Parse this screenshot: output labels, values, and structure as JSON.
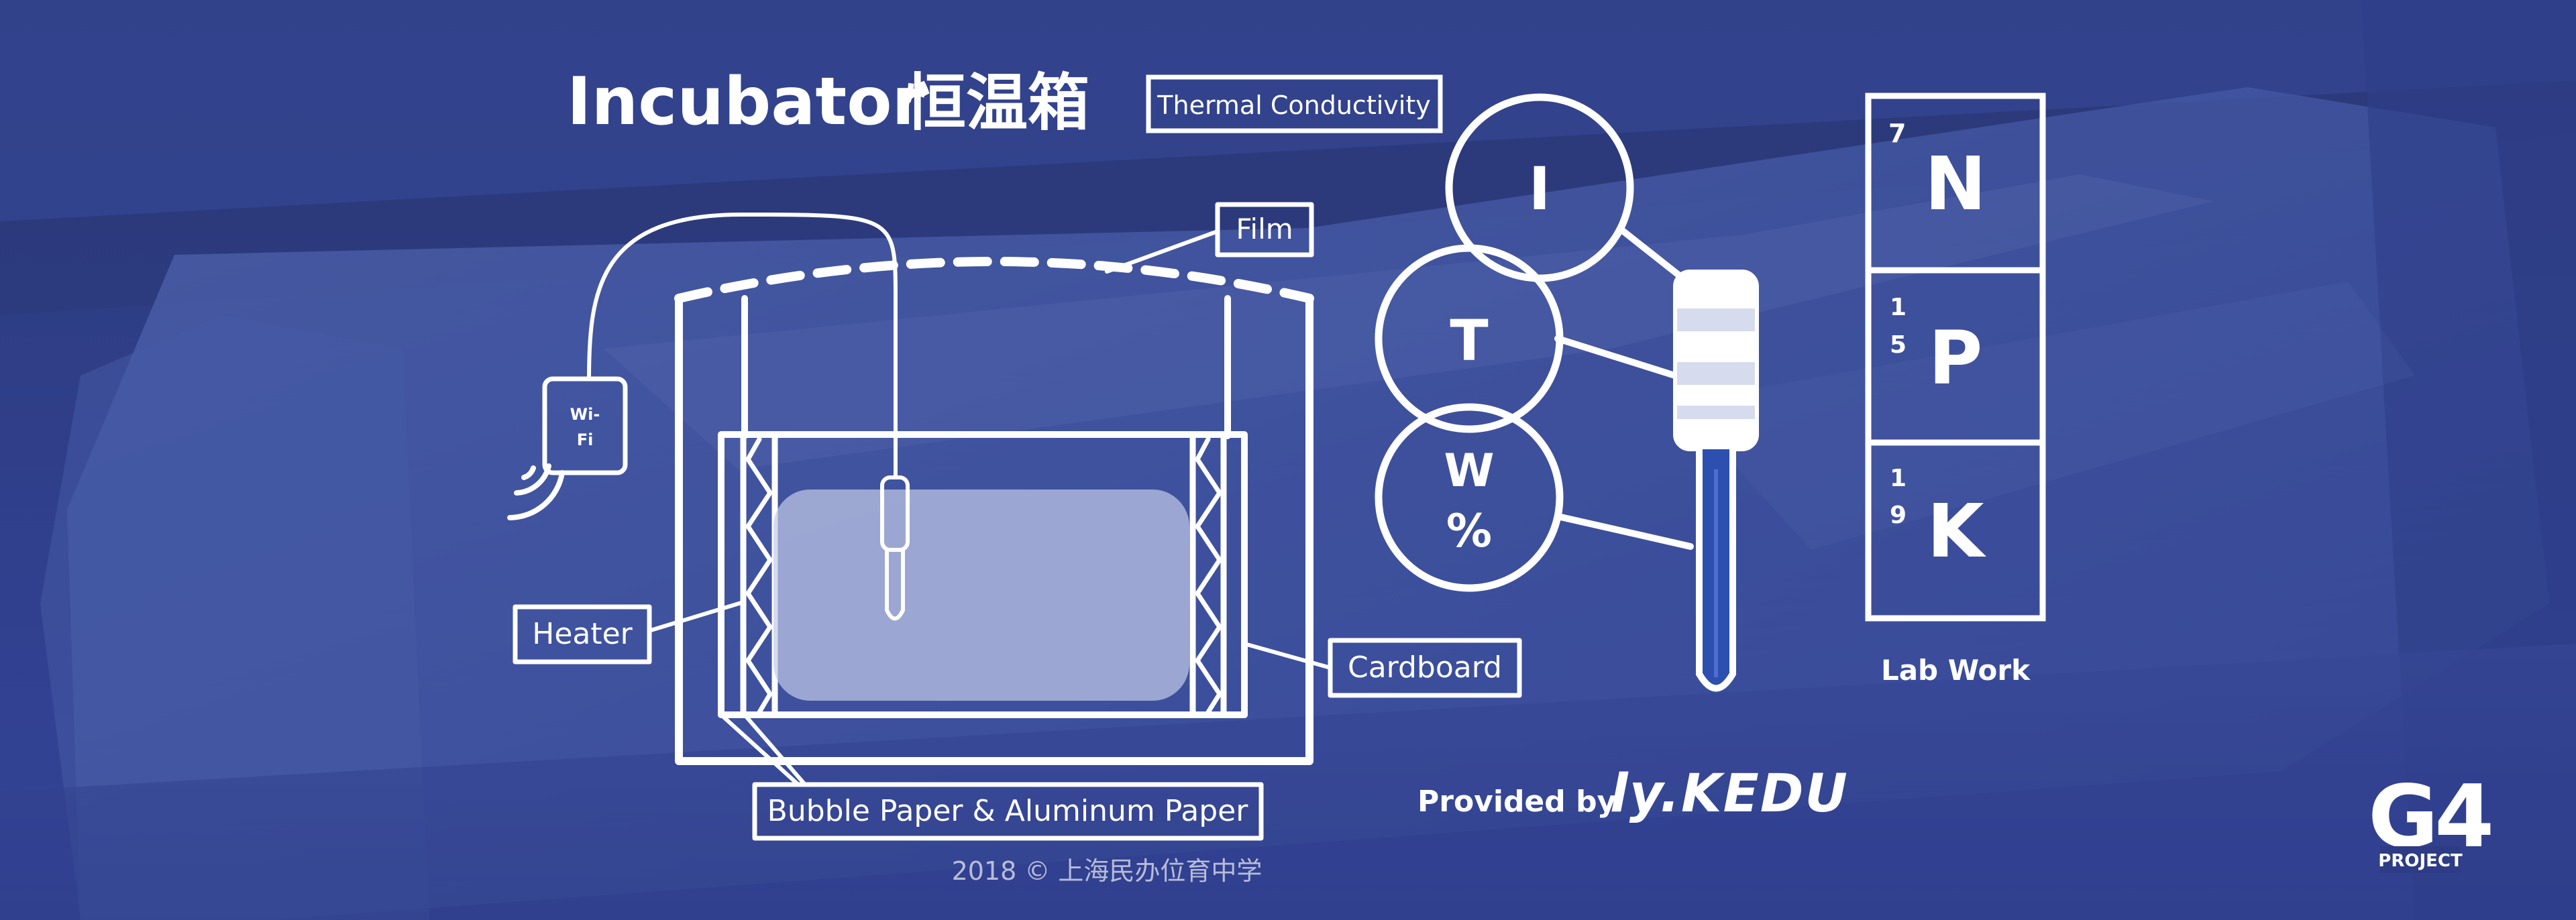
{
  "title": {
    "english": "Incubator",
    "chinese": "恒温箱",
    "badge": "Thermal Conductivity"
  },
  "incubator_diagram": {
    "wifi_label_line1": "Wi-",
    "wifi_label_line2": "Fi",
    "labels": {
      "film": "Film",
      "heater": "Heater",
      "cardboard": "Cardboard",
      "insulation": "Bubble Paper & Aluminum Paper"
    }
  },
  "sensor_diagram": {
    "circles": [
      {
        "symbol": "I"
      },
      {
        "symbol": "T"
      },
      {
        "symbol_line1": "W",
        "symbol_line2": "%"
      }
    ]
  },
  "npk": {
    "cells": [
      {
        "number": "7",
        "symbol": "N"
      },
      {
        "number_line1": "1",
        "number_line2": "5",
        "symbol": "P"
      },
      {
        "number_line1": "1",
        "number_line2": "9",
        "symbol": "K"
      }
    ],
    "caption": "Lab Work"
  },
  "footer": {
    "provided_by": "Provided by",
    "provider_logo": "ly.KEDU",
    "copyright": "2018 © 上海民办位育中学",
    "project_logo_main": "G4",
    "project_logo_sub": "PROJECT"
  },
  "colors": {
    "background": "#2b3a86",
    "overlay": "#3a4fa8",
    "line": "#ffffff",
    "probe_blue": "#2c4fb0",
    "soil": "#c3cce8"
  }
}
